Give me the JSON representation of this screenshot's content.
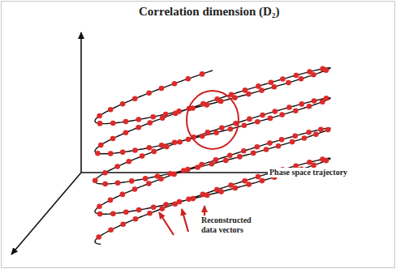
{
  "diagram": {
    "title": "Correlation dimension (D₂)",
    "labels": [
      "Phase space trajectory",
      "Reconstructed data vectors"
    ]
  }
}
